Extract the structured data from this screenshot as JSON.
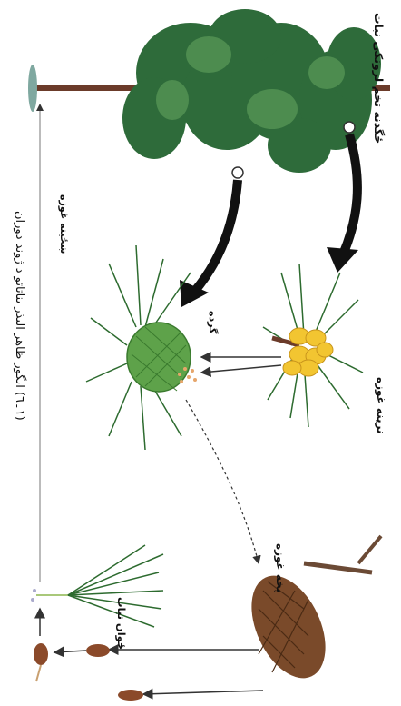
{
  "figure": {
    "caption": "(۱۔٦) انگور ظاهر البذر بناتاتو د ژوند دوران",
    "labels": {
      "mature_tree": "ځگدنه تخم لرونکی نبات",
      "male_cone": "نرینه غوزه",
      "female_cone": "ښځینه غوزه",
      "pollen": "گرده",
      "mature_female_cone": "پخه غوزه",
      "seedling": "ځوان نبات"
    }
  }
}
